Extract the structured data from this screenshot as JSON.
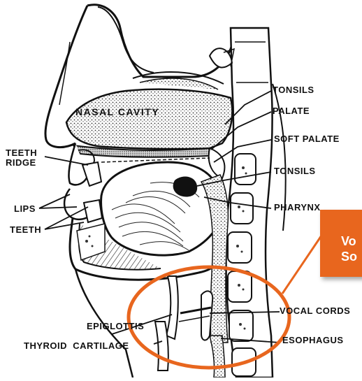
{
  "labels": {
    "nasal_cavity": "NASAL CAVITY",
    "teeth_ridge_1": "TEETH",
    "teeth_ridge_2": "RIDGE",
    "lips": "LIPS",
    "teeth": "TEETH",
    "tonsils_top": "TONSILS",
    "palate": "PALATE",
    "soft_palate": "SOFT PALATE",
    "tonsils_mid": "TONSILS",
    "pharynx": "PHARYNX",
    "vocal_cords": "VOCAL CORDS",
    "esophagus": "ESOPHAGUS",
    "epiglottis": "EPIGLOTTIS",
    "thyroid_cartilage": "THYROID  CARTILAGE"
  },
  "callout": {
    "line1": "Vo",
    "line2": "So"
  },
  "colors": {
    "accent": "#e8661e",
    "ink": "#111111"
  }
}
